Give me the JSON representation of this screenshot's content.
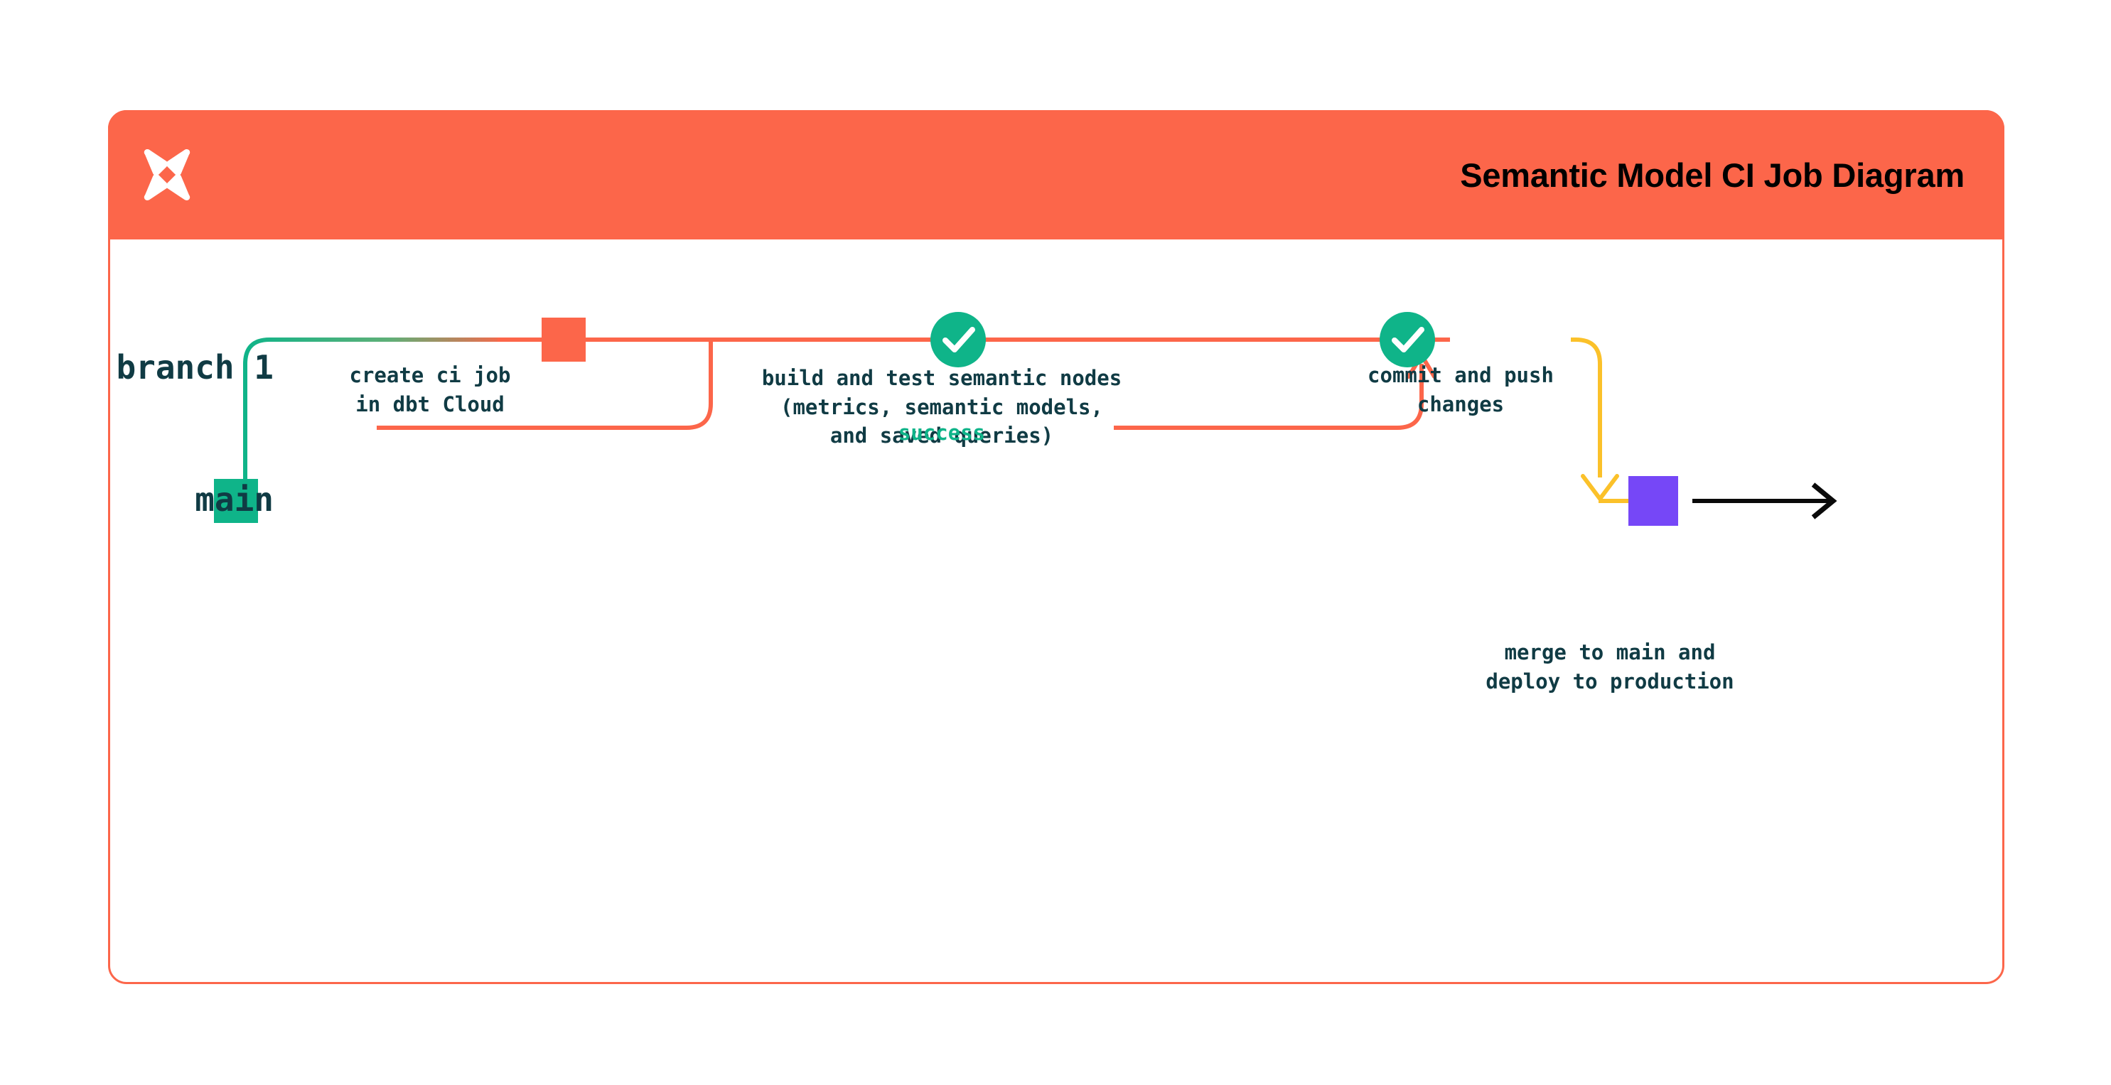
{
  "header": {
    "title": "Semantic Model CI Job Diagram",
    "logo_icon": "dbt-logo-icon",
    "background_color": "#FC664A",
    "title_color": "#000000"
  },
  "card": {
    "border_color": "#FC664A",
    "background_color": "#FFFFFF"
  },
  "diagram": {
    "type": "git-branch-flow",
    "lanes": [
      {
        "id": "branch1",
        "label": "branch 1",
        "color": "#FC664A"
      },
      {
        "id": "main",
        "label": "main",
        "color": "#0FB489"
      }
    ],
    "nodes": [
      {
        "id": "create-ci-job",
        "lane": "branch1",
        "shape": "square",
        "color": "#FC664A",
        "caption": "create ci job\nin dbt Cloud"
      },
      {
        "id": "build-and-test",
        "lane": "branch1",
        "shape": "check-circle",
        "color": "#0FB489",
        "icon": "check-icon",
        "caption": "build and test semantic nodes\n(metrics, semantic models,\nand saved queries)"
      },
      {
        "id": "commit-and-push",
        "lane": "branch1",
        "shape": "check-circle",
        "color": "#0FB489",
        "icon": "check-icon",
        "caption": "commit and push\nchanges"
      },
      {
        "id": "merge-to-main",
        "lane": "main",
        "shape": "square",
        "color": "#7647F7",
        "caption": "merge to main and\ndeploy to production"
      }
    ],
    "edges": [
      {
        "id": "branch-off",
        "from": "main",
        "to": "branch1",
        "color_start": "#0FB489",
        "color_end": "#FC664A"
      },
      {
        "id": "success-loop",
        "from": "build-and-test",
        "to": "branch1",
        "label": "success",
        "label_color": "#0FB489",
        "color": "#FC664A"
      },
      {
        "id": "merge-down",
        "from": "commit-and-push",
        "to": "merge-to-main",
        "color": "#FBC12A"
      },
      {
        "id": "continue-main",
        "from": "merge-to-main",
        "to": "end",
        "color": "#000000",
        "arrow": true
      }
    ],
    "colors": {
      "green": "#0FB489",
      "orange": "#FC664A",
      "yellow": "#FBC12A",
      "purple": "#7647F7",
      "text": "#103B44",
      "black": "#000000"
    }
  }
}
